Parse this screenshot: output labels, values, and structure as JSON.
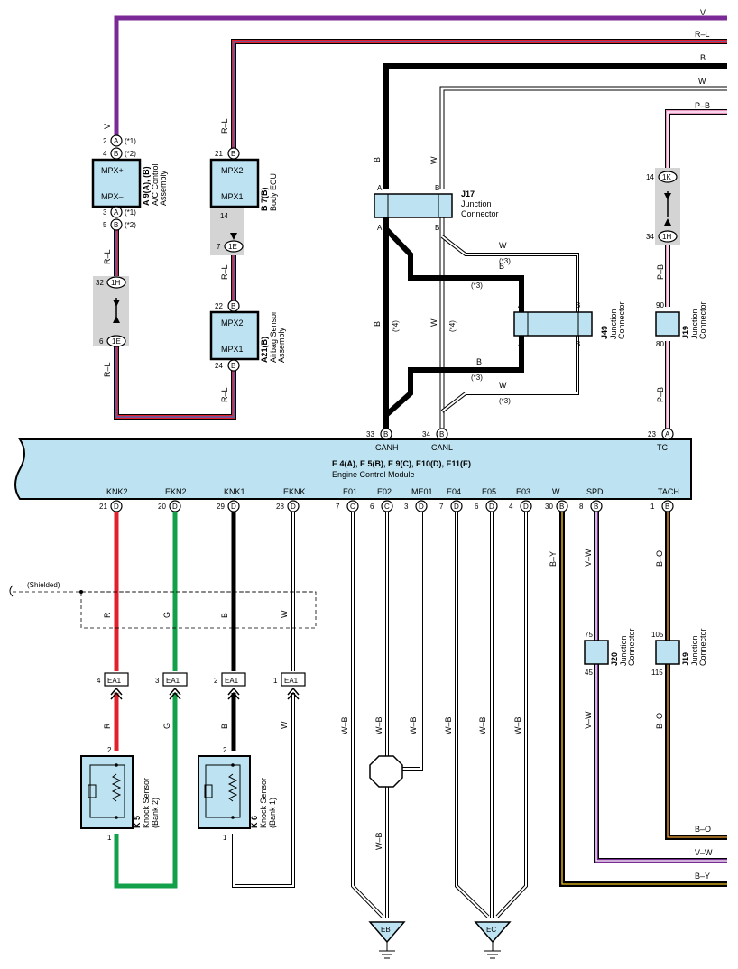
{
  "wires_top": {
    "v": "V",
    "rl": "R–L",
    "b": "B",
    "w": "W",
    "pb": "P–B"
  },
  "a9": {
    "id": "A 9(A), (B)",
    "name1": "A/C Control",
    "name2": "Assembly",
    "mpx_plus": "MPX+",
    "mpx_minus": "MPX–",
    "pin_top1": "2",
    "conn_top1": "A",
    "note_top1": "(*1)",
    "pin_top2": "4",
    "conn_top2": "B",
    "note_top2": "(*2)",
    "pin_bot1": "3",
    "conn_bot1": "A",
    "note_bot1": "(*1)",
    "pin_bot2": "5",
    "conn_bot2": "B",
    "note_bot2": "(*2)",
    "wire_top": "V",
    "wire_bot": "R–L"
  },
  "b7": {
    "id": "B 7(B)",
    "name": "Body ECU",
    "mpx2": "MPX2",
    "mpx1": "MPX1",
    "pin_top": "21",
    "conn_top": "B",
    "pin_bot": "14",
    "pin_ie": "7",
    "conn_ie": "1E",
    "wire": "R–L"
  },
  "a21": {
    "id": "A21(B)",
    "name1": "Airbag Sensor",
    "name2": "Assembly",
    "mpx2": "MPX2",
    "mpx1": "MPX1",
    "pin_top": "22",
    "conn_top": "B",
    "pin_bot": "24",
    "conn_bot": "B",
    "wire_top": "R–L",
    "wire_bot": "R–L"
  },
  "jc1h": {
    "pin_top": "32",
    "conn_top": "1H",
    "pin_bot": "6",
    "conn_bot": "1E",
    "wire_below": "R–L"
  },
  "j17": {
    "id": "J17",
    "name1": "Junction",
    "name2": "Connector",
    "a": "A",
    "b": "B",
    "wire_b": "B",
    "wire_w": "W"
  },
  "j49": {
    "id": "J49",
    "name1": "Junction",
    "name2": "Connector",
    "a": "A",
    "b": "B",
    "wire_w": "W",
    "wire_b": "B",
    "note3": "(*3)",
    "note4": "(*4)"
  },
  "j19_top": {
    "id": "J19",
    "name1": "Junction",
    "name2": "Connector",
    "pin_1k": "14",
    "conn_1k": "1K",
    "pin_1h": "34",
    "conn_1h": "1H",
    "pin_90": "90",
    "pin_80": "80",
    "wire": "P–B"
  },
  "ecm": {
    "id_line": "E 4(A), E 5(B), E 9(C), E10(D), E11(E)",
    "name": "Engine Control Module",
    "top_pins": [
      {
        "num": "33",
        "conn": "B",
        "label": "CANH"
      },
      {
        "num": "34",
        "conn": "B",
        "label": "CANL"
      },
      {
        "num": "23",
        "conn": "A",
        "label": "TC"
      }
    ],
    "bottom_pins": [
      {
        "label": "KNK2",
        "num": "21",
        "conn": "D"
      },
      {
        "label": "EKN2",
        "num": "20",
        "conn": "D"
      },
      {
        "label": "KNK1",
        "num": "29",
        "conn": "D"
      },
      {
        "label": "EKNK",
        "num": "28",
        "conn": "D"
      },
      {
        "label": "E01",
        "num": "7",
        "conn": "C"
      },
      {
        "label": "E02",
        "num": "6",
        "conn": "C"
      },
      {
        "label": "ME01",
        "num": "3",
        "conn": "D"
      },
      {
        "label": "E04",
        "num": "7",
        "conn": "D"
      },
      {
        "label": "E05",
        "num": "6",
        "conn": "D"
      },
      {
        "label": "E03",
        "num": "4",
        "conn": "D"
      },
      {
        "label": "W",
        "num": "30",
        "conn": "B"
      },
      {
        "label": "SPD",
        "num": "8",
        "conn": "B"
      },
      {
        "label": "TACH",
        "num": "1",
        "conn": "B"
      }
    ]
  },
  "shielded": "(Shielded)",
  "lower_wire_labels": {
    "r": "R",
    "g": "G",
    "b": "B",
    "w": "W",
    "wb": "W–B",
    "by": "B–Y",
    "vw": "V–W",
    "bo": "B–O"
  },
  "ea1": {
    "conn": "EA1",
    "pins": [
      "4",
      "3",
      "2",
      "1"
    ]
  },
  "k5": {
    "id": "K 5",
    "name": "Knock Sensor",
    "sub": "(Bank 2)",
    "pin_top": "2",
    "pin_bot": "1"
  },
  "k6": {
    "id": "K 6",
    "name": "Knock Sensor",
    "sub": "(Bank 1)",
    "pin_top": "2",
    "pin_bot": "1"
  },
  "j20": {
    "id": "J20",
    "name1": "Junction",
    "name2": "Connector",
    "pin_top": "75",
    "pin_bot": "45"
  },
  "j19_bot": {
    "id": "J19",
    "name1": "Junction",
    "name2": "Connector",
    "pin_top": "105",
    "pin_bot": "115"
  },
  "grounds": {
    "eb": "EB",
    "ec": "EC"
  },
  "colors": {
    "violet": "#7a2a96",
    "red": "#e0202a",
    "blue": "#3a6fd0",
    "pink": "#e890c0",
    "green": "#12a04a",
    "orange": "#f0a030",
    "yellow": "#f0c020",
    "box": "#bde3f2",
    "gray": "#d4d4d4"
  }
}
